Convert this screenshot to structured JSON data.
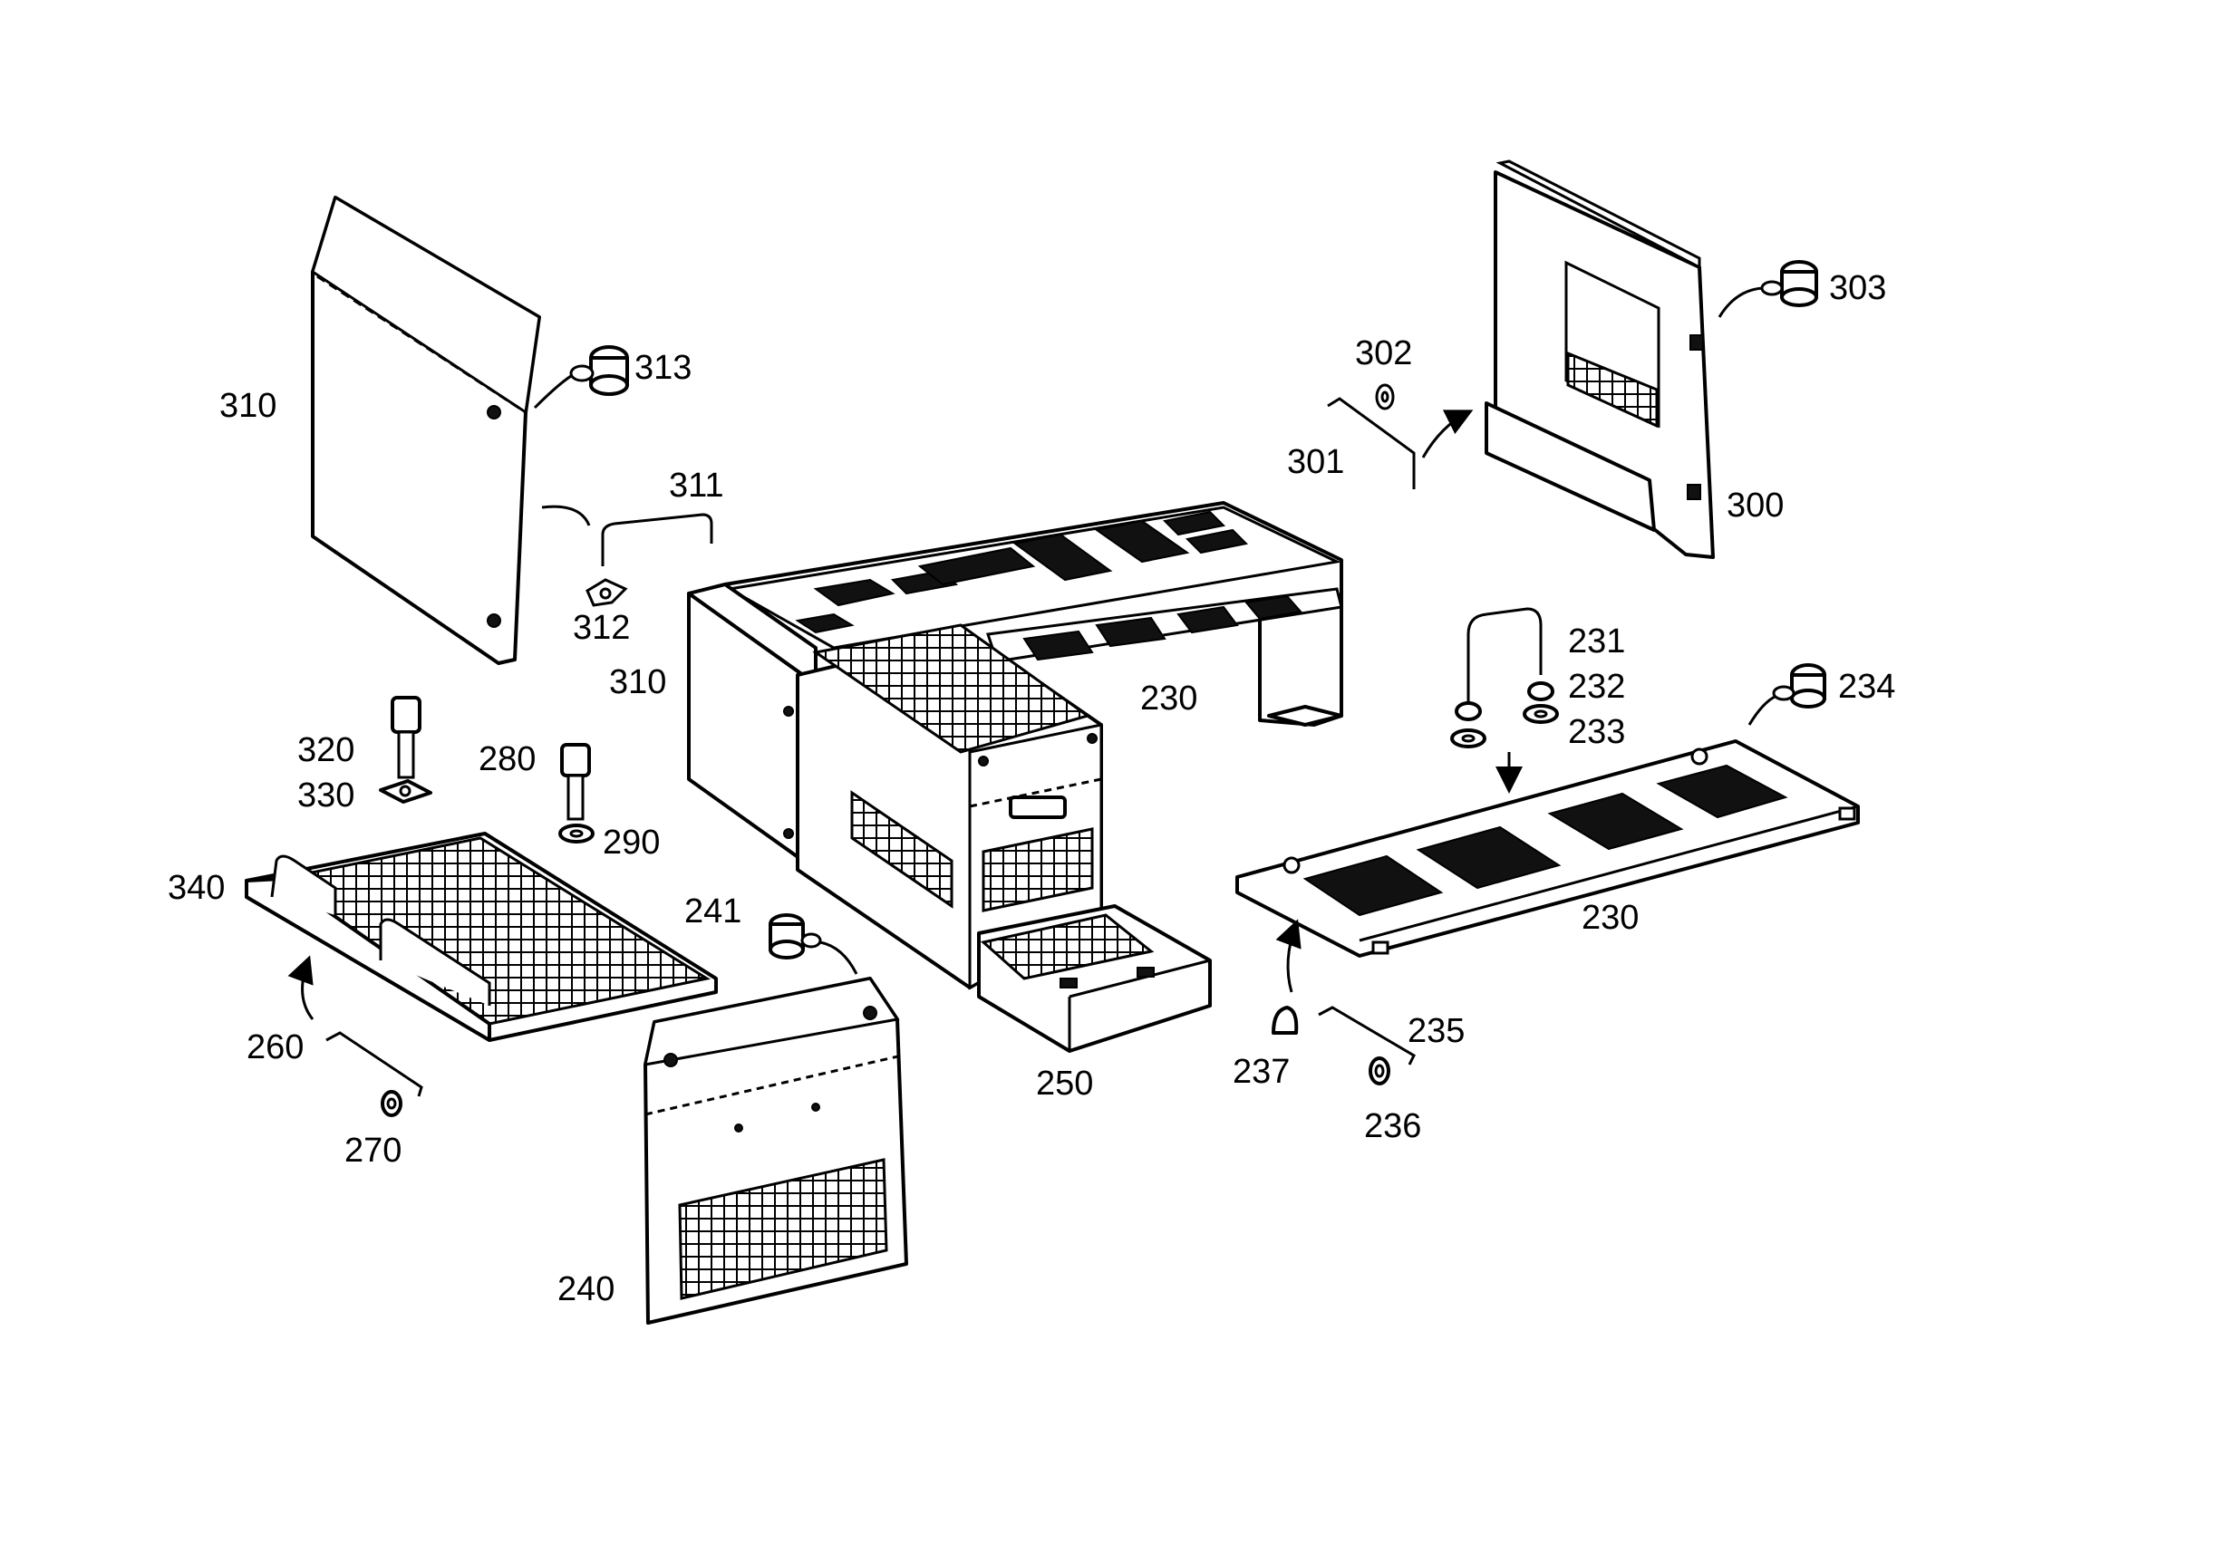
{
  "callouts": {
    "c310_left_panel": "310",
    "c313": "313",
    "c311": "311",
    "c312": "312",
    "c310_body": "310",
    "c230_upper": "230",
    "c302": "302",
    "c301": "301",
    "c303": "303",
    "c300": "300",
    "c231": "231",
    "c232": "232",
    "c233": "233",
    "c234": "234",
    "c230_lower": "230",
    "c320": "320",
    "c330": "330",
    "c280": "280",
    "c290": "290",
    "c340": "340",
    "c241": "241",
    "c260": "260",
    "c270": "270",
    "c250": "250",
    "c235": "235",
    "c237": "237",
    "c236": "236",
    "c240": "240"
  }
}
